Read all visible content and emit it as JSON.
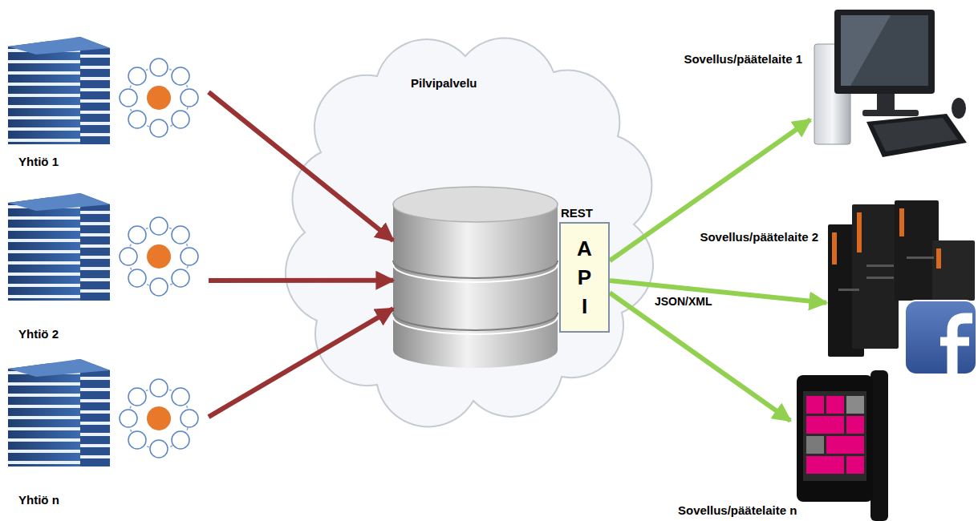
{
  "diagram": {
    "nodes": [
      {
        "text": [
          "Yhtiö 1"
        ]
      },
      {
        "text": [
          "Yhtiö 2"
        ]
      },
      {
        "text": [
          "Yhtiö n"
        ]
      },
      {
        "text": [
          "Pilvipalvelu"
        ]
      },
      {
        "text": [
          "REST",
          "A P I"
        ]
      },
      {
        "text": [
          "Sovellus/päätelaite 1"
        ]
      },
      {
        "text": [
          "Sovellus/päätelaite 2"
        ]
      },
      {
        "text": [
          "Sovellus/päätelaite n"
        ]
      }
    ],
    "edges": [
      {
        "from": 0,
        "to": 3,
        "arrow": "to"
      },
      {
        "from": 1,
        "to": 3,
        "arrow": "to"
      },
      {
        "from": 2,
        "to": 3,
        "arrow": "to"
      },
      {
        "from": 4,
        "to": 5,
        "arrow": "to"
      },
      {
        "from": 4,
        "to": 6,
        "label": "JSON/XML",
        "arrow": "to"
      },
      {
        "from": 4,
        "to": 7,
        "arrow": "to"
      }
    ]
  }
}
